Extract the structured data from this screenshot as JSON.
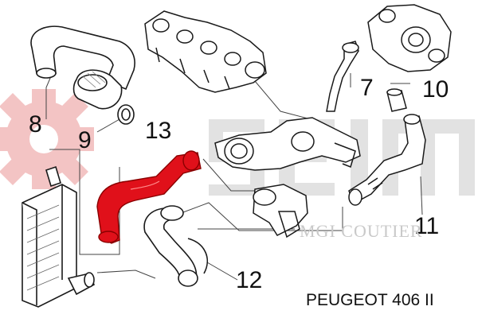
{
  "diagram": {
    "model": "PEUGEOT 406 II",
    "callouts": {
      "part_7": "7",
      "part_8": "8",
      "part_9": "9",
      "part_10": "10",
      "part_11": "11",
      "part_12": "12",
      "part_13": "13"
    },
    "watermark": {
      "brand": "SEIM",
      "text": "MGI COUTIER"
    },
    "colors": {
      "highlight_hose": "#e0101a",
      "line_art": "#1a1a1a",
      "watermark_red": "#f3c4c4",
      "watermark_gray": "#d9d9d9"
    }
  }
}
